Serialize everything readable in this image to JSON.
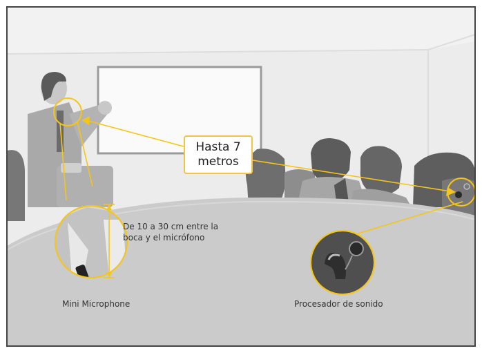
{
  "distance": {
    "line1": "Hasta 7",
    "line2": "metros"
  },
  "mic_callout": {
    "line1": "De 10 a 30 cm entre la",
    "line2": "boca y el micrófono"
  },
  "captions": {
    "microphone": "Mini Microphone",
    "processor": "Procesador de sonido"
  },
  "colors": {
    "accent": "#f5c518",
    "frame": "#444444",
    "wall": "#ededed",
    "table": "#cfcfcf",
    "people_dark": "#6b6b6b"
  }
}
